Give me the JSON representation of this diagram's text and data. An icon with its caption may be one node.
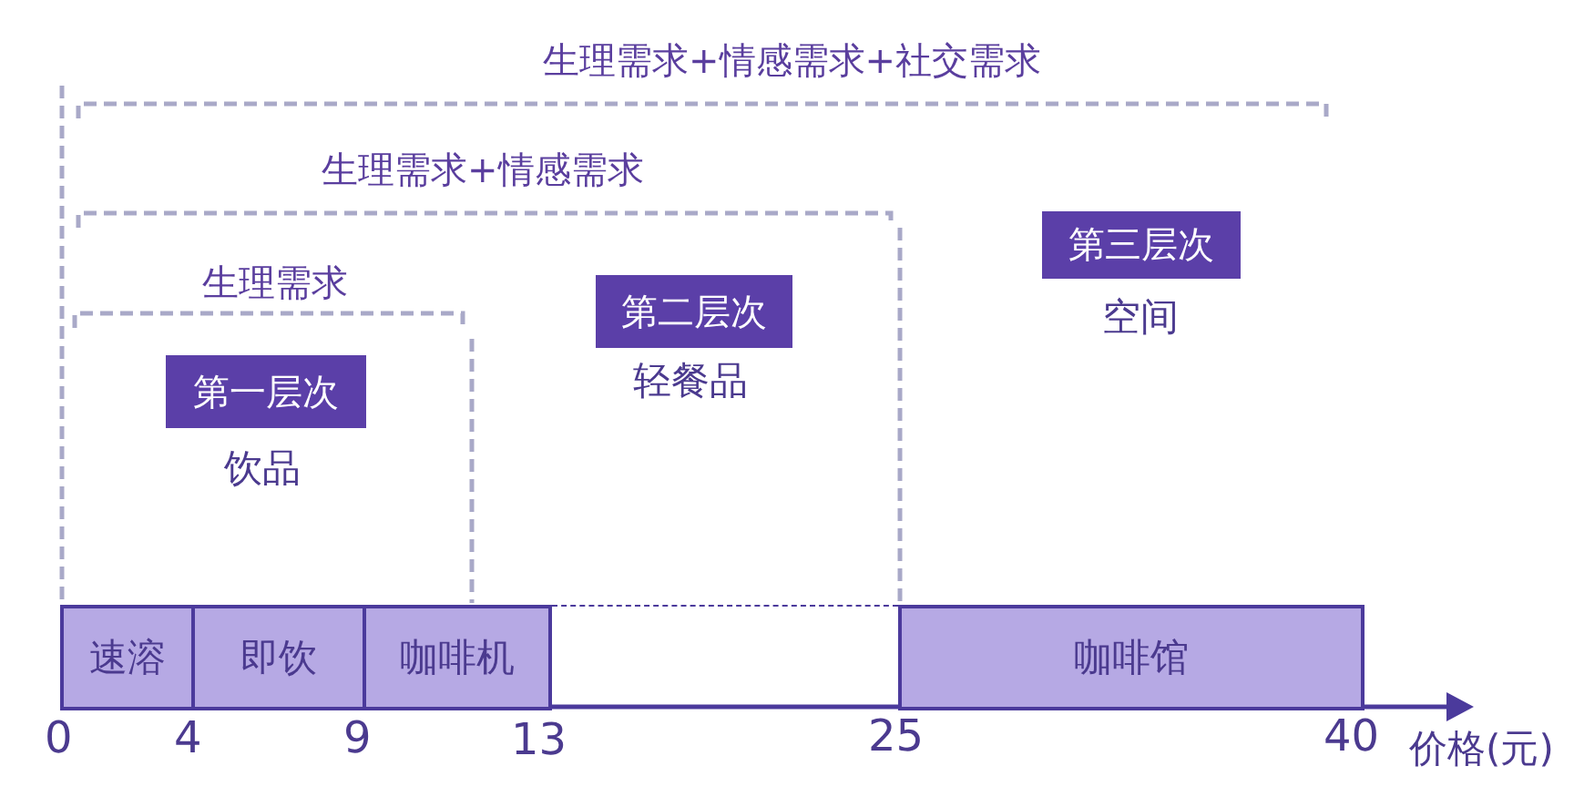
{
  "diagram": {
    "nodes": [
      {
        "text": [
          "第一层次"
        ],
        "beside": [
          "饮品"
        ]
      },
      {
        "text": [
          "第二层次"
        ],
        "beside": [
          "轻餐品"
        ]
      },
      {
        "text": [
          "第三层次"
        ],
        "beside": [
          "空间"
        ]
      },
      {
        "text": [
          "速溶"
        ]
      },
      {
        "text": [
          "即饮"
        ]
      },
      {
        "text": [
          "咖啡机"
        ]
      },
      {
        "text": [],
        "shape": "box"
      },
      {
        "text": [
          "咖啡馆"
        ]
      }
    ],
    "labels": [
      "生理需求+情感需求+社交需求",
      "生理需求+情感需求",
      "生理需求",
      "0",
      "4",
      "9",
      "13",
      "25",
      "40",
      "价格(元)"
    ]
  }
}
